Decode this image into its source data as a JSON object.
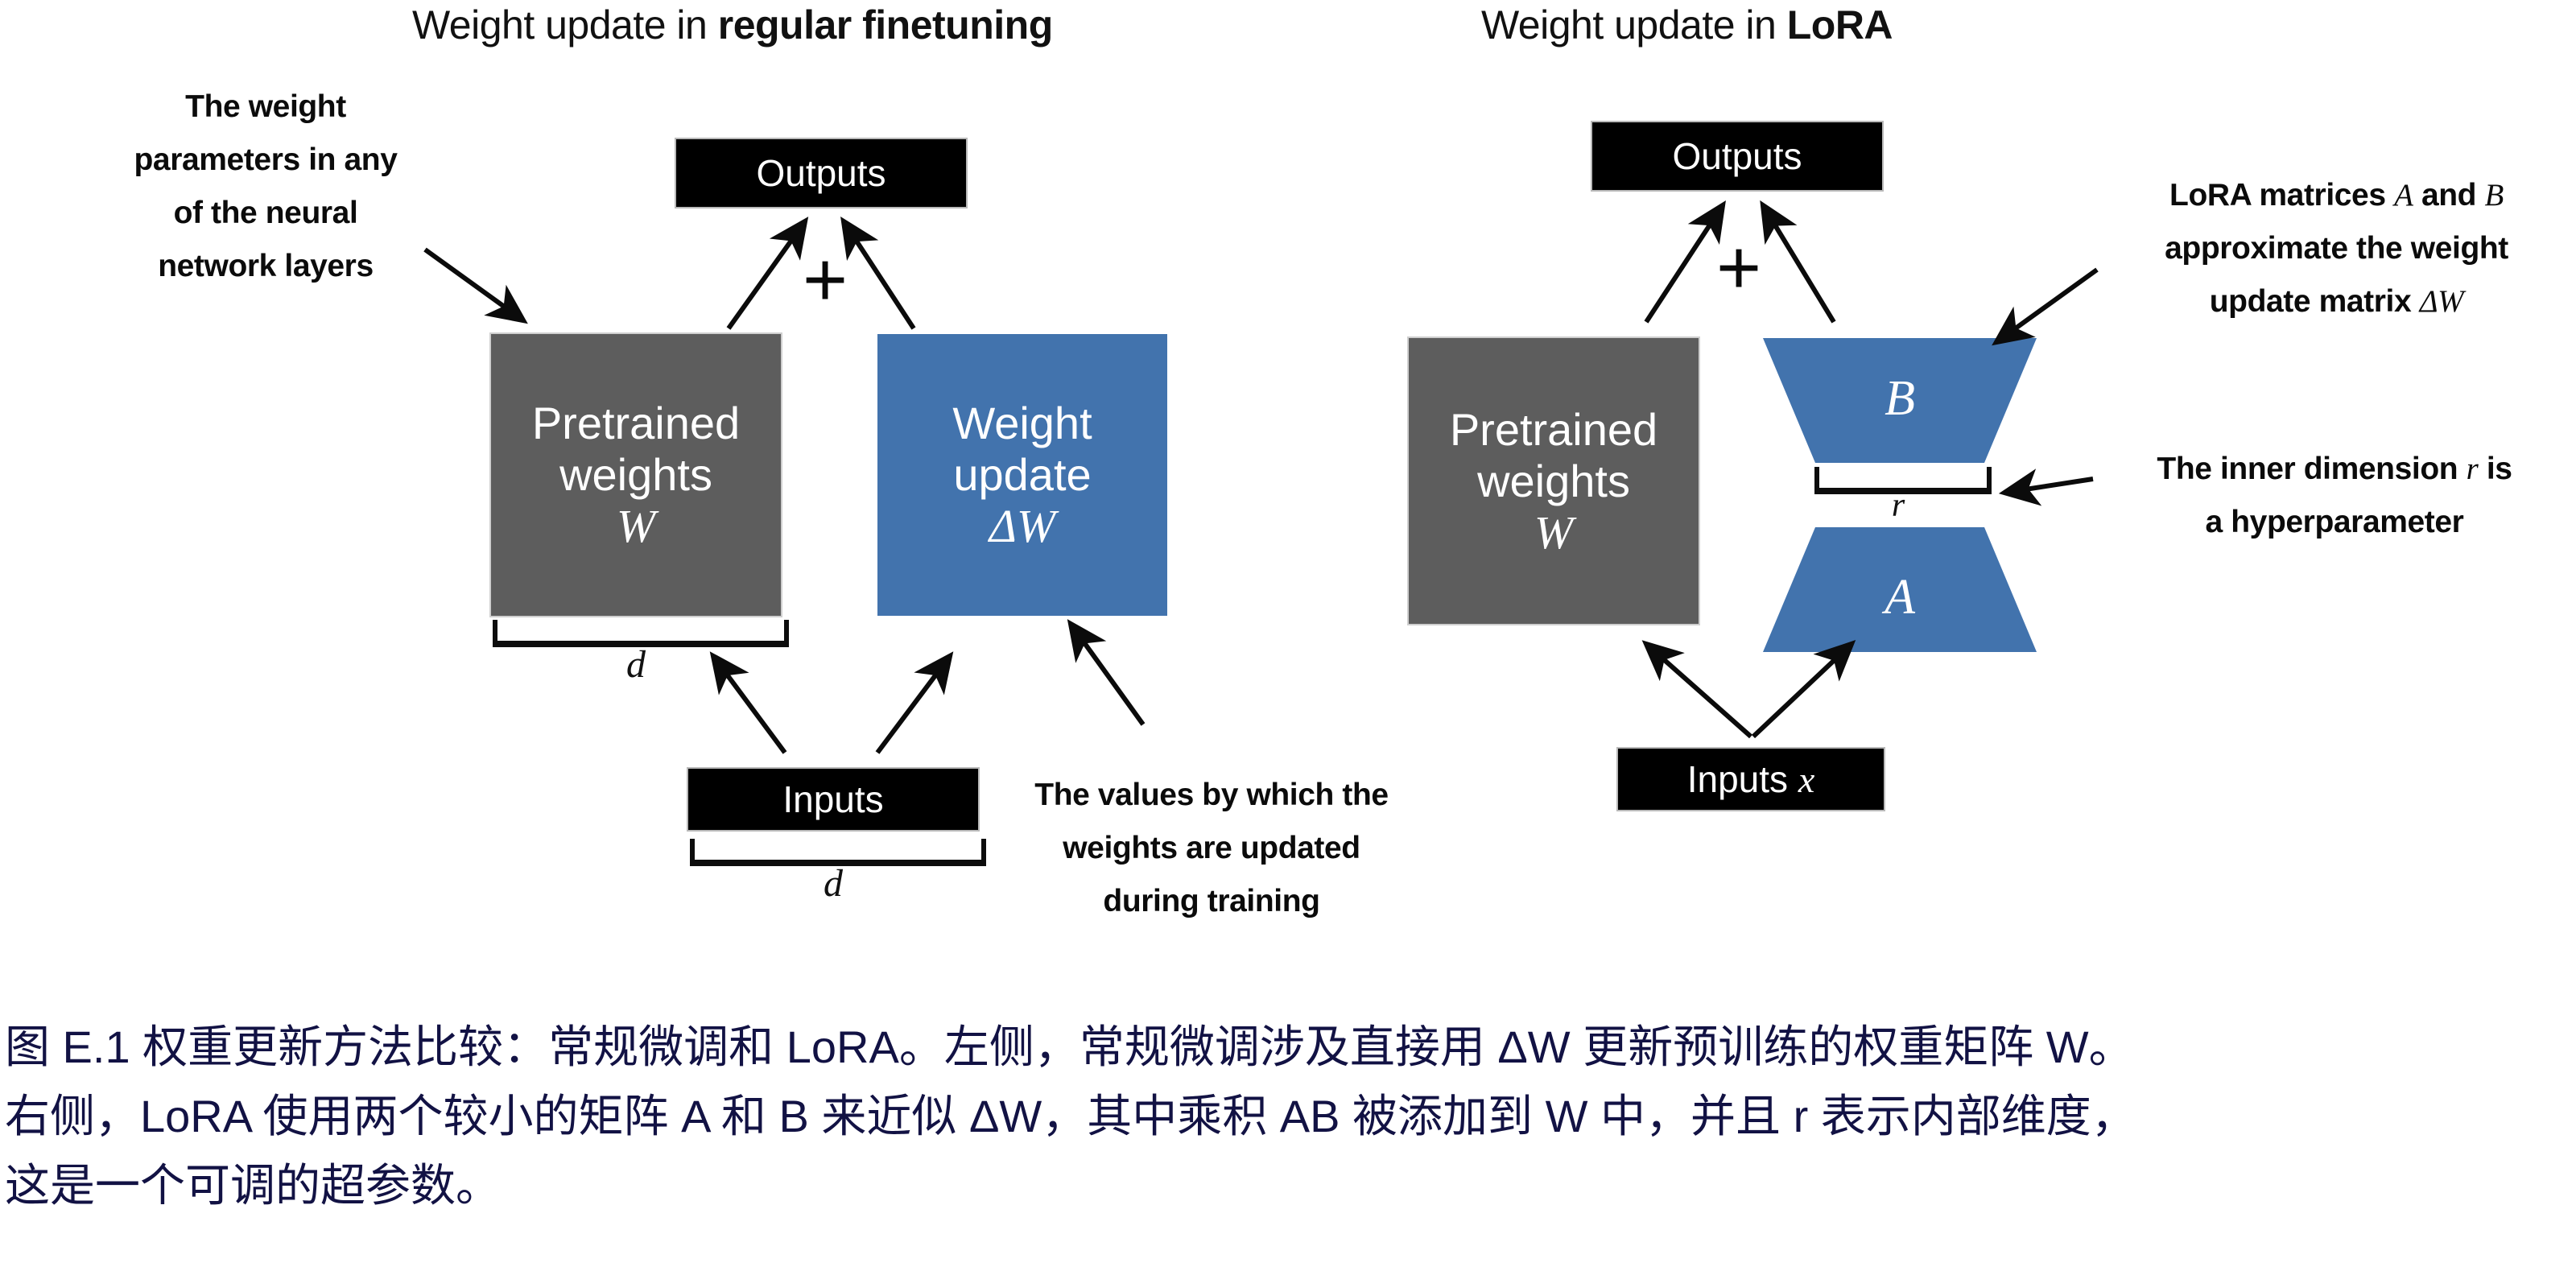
{
  "figure": {
    "left_panel": {
      "title_prefix": "Weight update in ",
      "title_strong": "regular finetuning",
      "annotation_left": "The weight parameters in any of the neural network layers",
      "annotation_left_lines": [
        "The weight",
        "parameters in any",
        "of the neural",
        "network layers"
      ],
      "outputs_label": "Outputs",
      "plus_symbol": "+",
      "pretrained_box": {
        "line1": "Pretrained",
        "line2": "weights",
        "symbol": "W"
      },
      "update_box": {
        "line1": "Weight",
        "line2": "update",
        "symbol": "ΔW"
      },
      "dim_label_weights": "d",
      "dim_label_inputs": "d",
      "inputs_label": "Inputs",
      "annotation_right_lines": [
        "The values by which the",
        "weights are updated",
        "during training"
      ]
    },
    "right_panel": {
      "title_prefix": "Weight update in ",
      "title_strong": "LoRA",
      "outputs_label": "Outputs",
      "plus_symbol": "+",
      "pretrained_box": {
        "line1": "Pretrained",
        "line2": "weights",
        "symbol": "W"
      },
      "matrix_b_label": "B",
      "matrix_a_label": "A",
      "inner_dim_label": "r",
      "inputs_label": "Inputs x",
      "inputs_label_text": "Inputs",
      "inputs_label_symbol": "x",
      "annotation_ab_lines": [
        "LoRA matrices A and B",
        "approximate the weight",
        "update matrix ΔW"
      ],
      "annotation_ab_line1_a": "LoRA matrices ",
      "annotation_ab_line1_b": "A",
      "annotation_ab_line1_c": " and ",
      "annotation_ab_line1_d": "B",
      "annotation_ab_line2": "approximate the weight",
      "annotation_ab_line3_a": "update matrix ",
      "annotation_ab_line3_b": "ΔW",
      "annotation_r_line1_a": "The inner dimension ",
      "annotation_r_line1_b": "r",
      "annotation_r_line1_c": " is",
      "annotation_r_line2": "a hyperparameter"
    }
  },
  "caption": {
    "line1": "图 E.1 权重更新方法比较：常规微调和 LoRA。左侧，常规微调涉及直接用 ΔW 更新预训练的权重矩阵 W。",
    "line2": "右侧，LoRA 使用两个较小的矩阵 A 和 B 来近似 ΔW，其中乘积 AB 被添加到 W 中，并且 r 表示内部维度，",
    "line3": "这是一个可调的超参数。"
  },
  "colors": {
    "blue": "#4273ad",
    "gray": "#5d5d5d",
    "black": "#000000",
    "caption": "#121244"
  }
}
